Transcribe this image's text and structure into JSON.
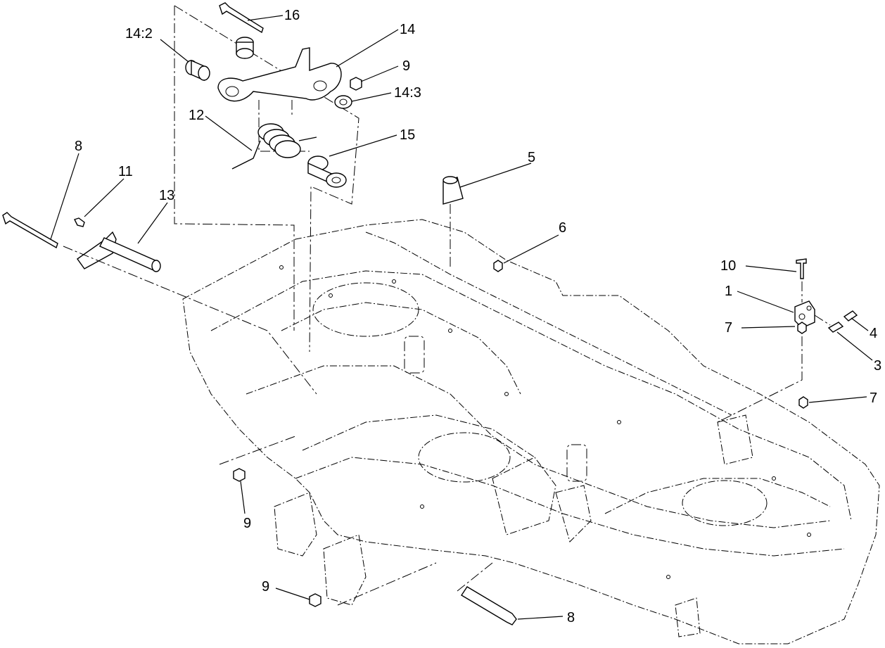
{
  "callouts": [
    {
      "id": "c16",
      "label": "16"
    },
    {
      "id": "c14",
      "label": "14"
    },
    {
      "id": "c14_2",
      "label": "14:2"
    },
    {
      "id": "c9a",
      "label": "9"
    },
    {
      "id": "c14_3",
      "label": "14:3"
    },
    {
      "id": "c12",
      "label": "12"
    },
    {
      "id": "c15",
      "label": "15"
    },
    {
      "id": "c8a",
      "label": "8"
    },
    {
      "id": "c11",
      "label": "11"
    },
    {
      "id": "c13",
      "label": "13"
    },
    {
      "id": "c5",
      "label": "5"
    },
    {
      "id": "c6",
      "label": "6"
    },
    {
      "id": "c10",
      "label": "10"
    },
    {
      "id": "c1",
      "label": "1"
    },
    {
      "id": "c7a",
      "label": "7"
    },
    {
      "id": "c4",
      "label": "4"
    },
    {
      "id": "c3",
      "label": "3"
    },
    {
      "id": "c7b",
      "label": "7"
    },
    {
      "id": "c9b",
      "label": "9"
    },
    {
      "id": "c9c",
      "label": "9"
    },
    {
      "id": "c8b",
      "label": "8"
    }
  ]
}
